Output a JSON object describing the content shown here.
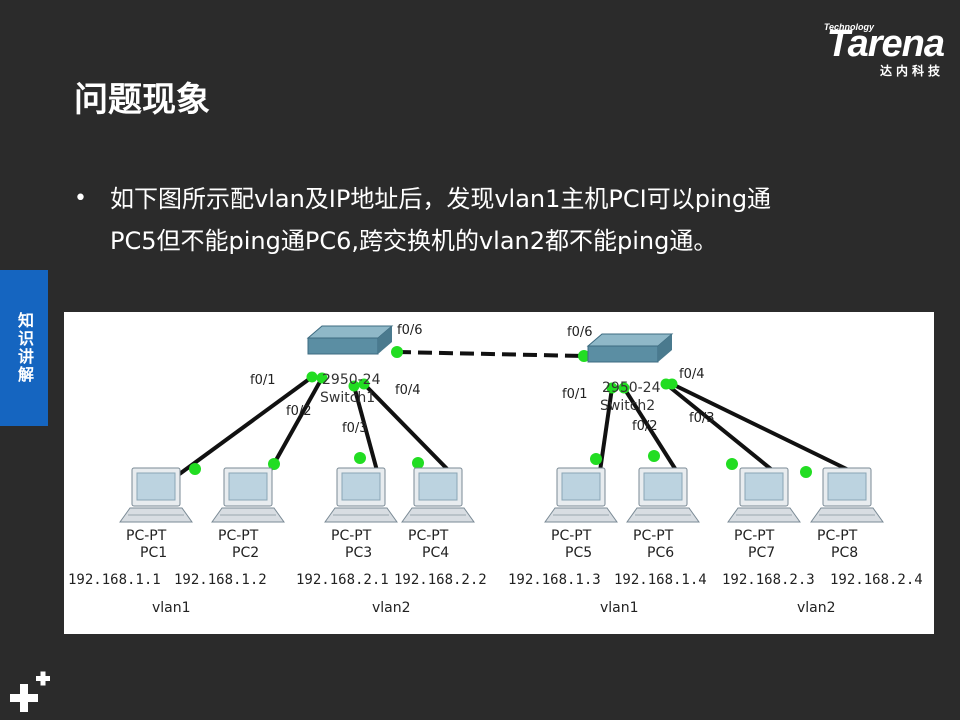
{
  "logo": {
    "tagline": "Technology",
    "brand": "Tarena",
    "subtitle": "达内科技"
  },
  "title": "问题现象",
  "bullet": {
    "text": "如下图所示配vlan及IP地址后，发现vlan1主机PCI可以ping通PC5但不能ping通PC6,跨交换机的vlan2都不能ping通。"
  },
  "side_tab": "知识讲解",
  "diagram": {
    "switches": [
      {
        "model": "2950-24",
        "name": "Switch1"
      },
      {
        "model": "2950-24",
        "name": "Switch2"
      }
    ],
    "trunk": {
      "left_port": "f0/6",
      "right_port": "f0/6"
    },
    "pcs": [
      {
        "type": "PC-PT",
        "name": "PC1",
        "ip": "192.168.1.1",
        "port": "f0/1"
      },
      {
        "type": "PC-PT",
        "name": "PC2",
        "ip": "192.168.1.2",
        "port": "f0/2"
      },
      {
        "type": "PC-PT",
        "name": "PC3",
        "ip": "192.168.2.1",
        "port": "f0/3"
      },
      {
        "type": "PC-PT",
        "name": "PC4",
        "ip": "192.168.2.2",
        "port": "f0/4"
      },
      {
        "type": "PC-PT",
        "name": "PC5",
        "ip": "192.168.1.3",
        "port": "f0/1"
      },
      {
        "type": "PC-PT",
        "name": "PC6",
        "ip": "192.168.1.4",
        "port": "f0/2"
      },
      {
        "type": "PC-PT",
        "name": "PC7",
        "ip": "192.168.2.3",
        "port": "f0/3"
      },
      {
        "type": "PC-PT",
        "name": "PC8",
        "ip": "192.168.2.4",
        "port": "f0/4"
      }
    ],
    "vlan_labels": [
      "vlan1",
      "vlan2",
      "vlan1",
      "vlan2"
    ]
  },
  "colors": {
    "background": "#2b2b2b",
    "side_tab": "#1565c0",
    "link_dot": "#22dd22"
  }
}
